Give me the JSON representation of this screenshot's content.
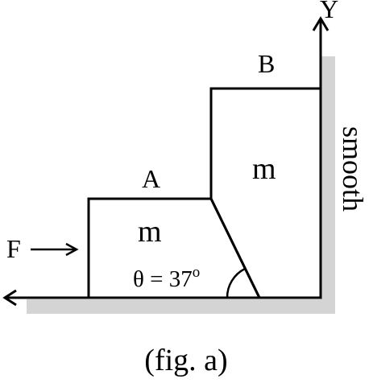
{
  "colors": {
    "ink": "#000000",
    "ground_shade": "#d4d4d4",
    "background": "#ffffff"
  },
  "axis": {
    "y_label": "Y"
  },
  "block_a": {
    "label": "A",
    "mass": "m",
    "angle": "θ = 37",
    "angle_unit": "o"
  },
  "block_b": {
    "label": "B",
    "mass": "m"
  },
  "force": {
    "label": "F"
  },
  "wall": {
    "label": "smooth"
  },
  "caption": "(fig. a)"
}
